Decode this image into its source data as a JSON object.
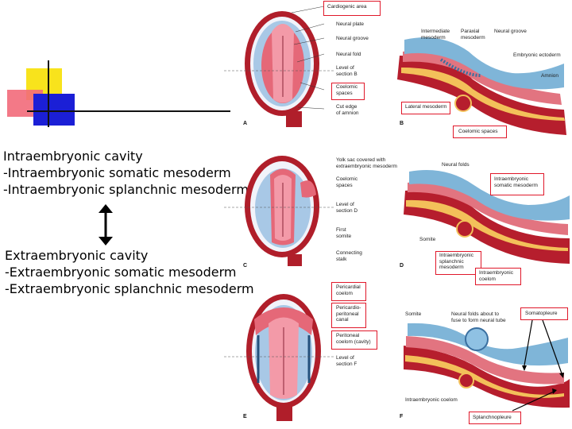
{
  "left_text": {
    "intra_title": "Intraembryonic cavity",
    "intra_somatic": "-Intraembryonic somatic mesoderm",
    "intra_splanchnic": "-Intraembryonic splanchnic mesoderm",
    "extra_title": "Extraembryonic cavity",
    "extra_somatic": "-Extraembryonic somatic mesoderm",
    "extra_splanchnic": "-Extraembryonic splanchnic mesoderm"
  },
  "panel_letters": {
    "a": "A",
    "b": "B",
    "c": "C",
    "d": "D",
    "e": "E",
    "f": "F"
  },
  "panel_a": {
    "cardiogenic_area": "Cardiogenic area",
    "neural_plate": "Neural plate",
    "neural_groove": "Neural groove",
    "neural_fold": "Neural fold",
    "level_section": "Level of\nsection B",
    "coelomic_spaces": "Coelomic\nspaces",
    "cut_edge": "Cut edge\nof amnion"
  },
  "panel_b": {
    "intermediate_mesoderm": "Intermediate\nmesoderm",
    "paraxial_mesoderm": "Paraxial\nmesoderm",
    "neural_groove": "Neural groove",
    "embryonic_ectoderm": "Embryonic ectoderm",
    "amnion": "Amnion",
    "lateral_mesoderm": "Lateral mesoderm",
    "coelomic_spaces": "Coelomic spaces"
  },
  "panel_c": {
    "yolk_sac": "Yolk sac covered with\nextraembryonic mesoderm",
    "coelomic_spaces": "Coelomic\nspaces",
    "level_section": "Level of\nsection D",
    "first_somite": "First\nsomite",
    "connecting_stalk": "Connecting\nstalk"
  },
  "panel_d": {
    "neural_folds": "Neural folds",
    "intraembryonic_somatic": "Intraembryonic\nsomatic mesoderm",
    "somite": "Somite",
    "intraembryonic_splanchnic": "Intraembryonic\nsplanchnic\nmesoderm",
    "intraembryonic_coelom": "Intraembryonic\ncoelom"
  },
  "panel_e": {
    "pericardial_coelom": "Pericardial\ncoelom",
    "pericardio_peritoneal": "Pericardio-\nperitoneal\ncanal",
    "peritoneal_coelom": "Peritoneal\ncoelom (cavity)",
    "level_section": "Level of\nsection F"
  },
  "panel_f": {
    "somite": "Somite",
    "neural_folds_fuse": "Neural folds about to\nfuse to form neural tube",
    "somatopleure": "Somatopleure",
    "intraembryonic_coelom": "Intraembryonic coelom",
    "splanchnopleure": "Splanchnopleure"
  },
  "colors": {
    "accent_red": "#e0182a",
    "yellow": "#f7e11a",
    "blue": "#1b1fd6",
    "pink": "#f26a7a"
  }
}
